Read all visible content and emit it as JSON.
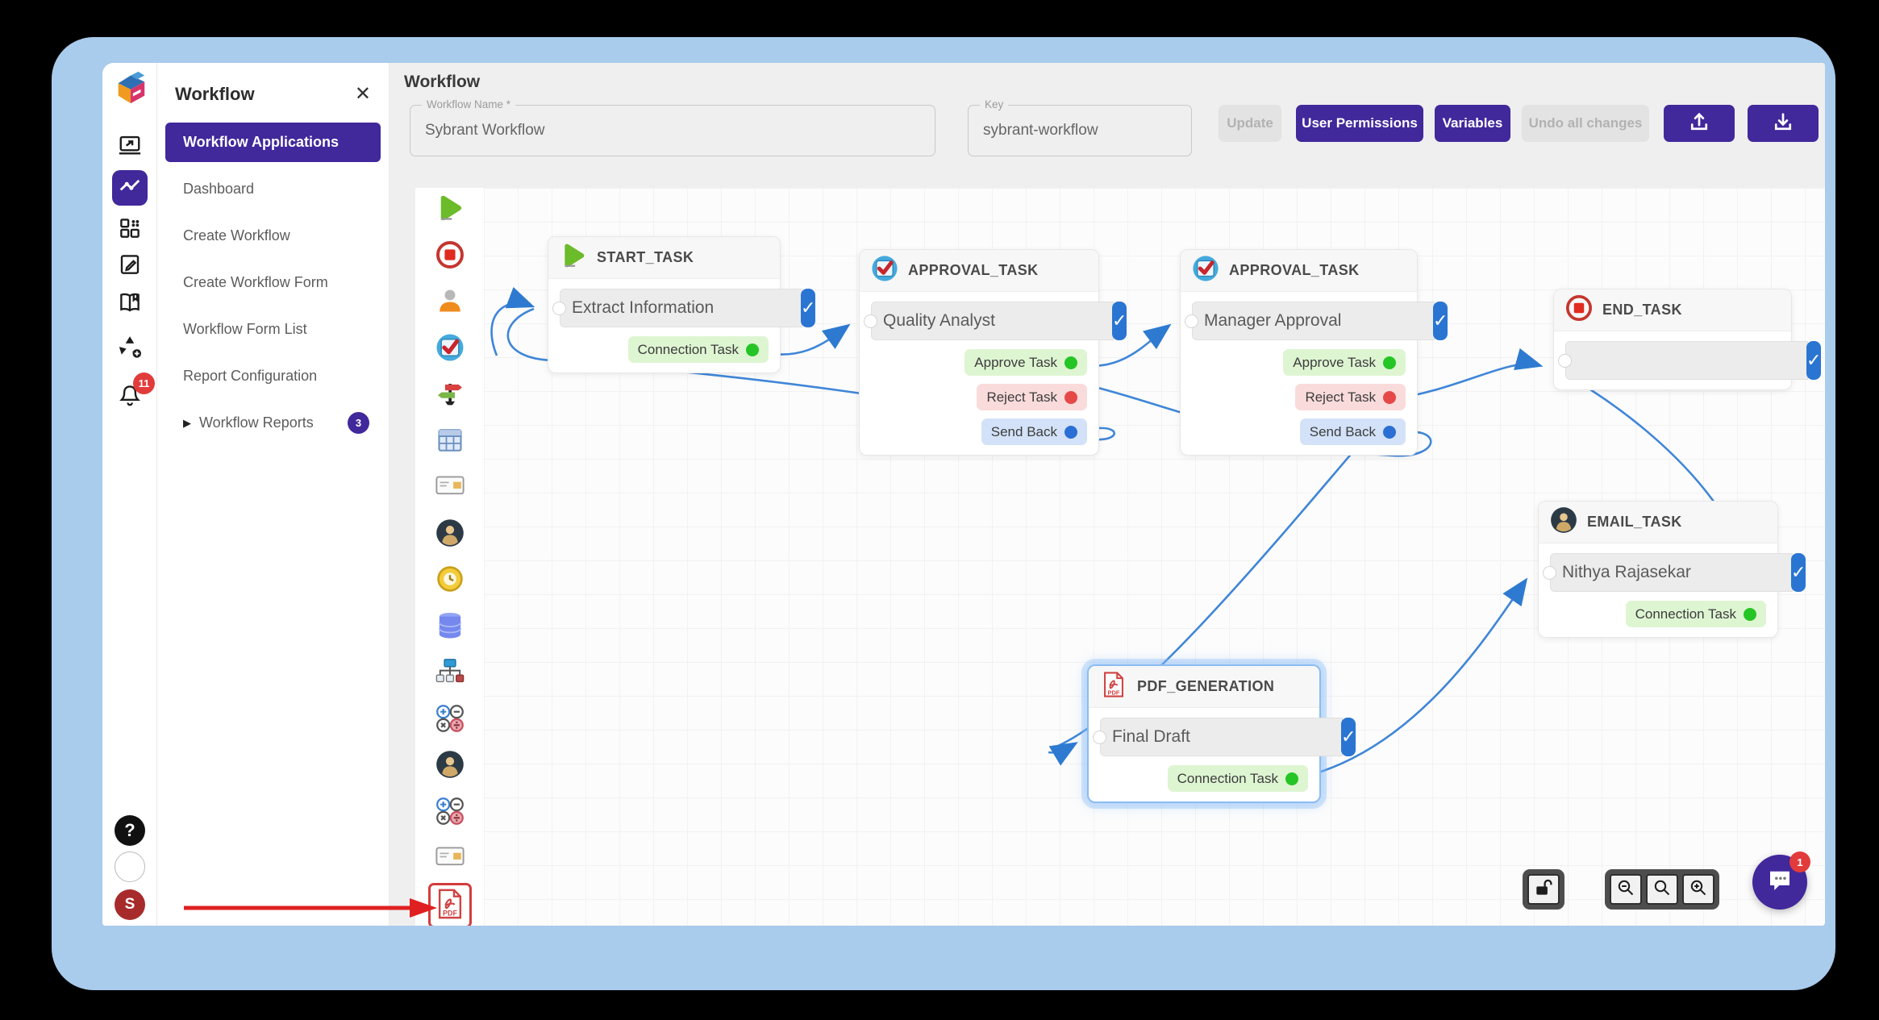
{
  "colors": {
    "accent": "#41289b",
    "check_blue": "#2a75d2",
    "line_blue": "#3f86d8",
    "frame_blue": "#a9cbec",
    "badge_red": "#e23b3b",
    "annotation_red": "#e02020"
  },
  "rail": {
    "items": [
      {
        "icon": "screen-share-icon",
        "selected": false
      },
      {
        "icon": "trending-icon",
        "selected": true
      },
      {
        "icon": "apps-icon",
        "selected": false
      },
      {
        "icon": "clipboard-edit-icon",
        "selected": false
      },
      {
        "icon": "book-icon",
        "selected": false
      },
      {
        "icon": "flow-add-icon",
        "selected": false
      },
      {
        "icon": "bell-icon",
        "selected": false,
        "badge": "11"
      }
    ],
    "bottom": [
      {
        "icon": "help-icon",
        "label": "?"
      },
      {
        "icon": "empty-circle-icon",
        "label": ""
      },
      {
        "icon": "user-initial-icon",
        "label": "S"
      }
    ]
  },
  "sidebar": {
    "title": "Workflow",
    "close": "✕",
    "items": [
      {
        "label": "Workflow Applications",
        "selected": true
      },
      {
        "label": "Dashboard"
      },
      {
        "label": "Create Workflow"
      },
      {
        "label": "Create Workflow Form"
      },
      {
        "label": "Workflow Form List"
      },
      {
        "label": "Report Configuration"
      },
      {
        "label": "Workflow Reports",
        "caret": "▶",
        "badge": "3"
      }
    ]
  },
  "header": {
    "title": "Workflow",
    "fields": [
      {
        "label": "Workflow Name *",
        "value": "Sybrant Workflow"
      },
      {
        "label": "Key",
        "value": "sybrant-workflow"
      }
    ],
    "buttons": [
      {
        "label": "Update",
        "disabled": true
      },
      {
        "label": "User Permissions",
        "disabled": false
      },
      {
        "label": "Variables",
        "disabled": false
      },
      {
        "label": "Undo all changes",
        "disabled": true
      }
    ],
    "icon_buttons": [
      {
        "icon": "upload-icon"
      },
      {
        "icon": "download-icon"
      }
    ]
  },
  "toolbar": {
    "tools": [
      {
        "icon": "play-tool-icon"
      },
      {
        "icon": "stop-tool-icon"
      },
      {
        "icon": "user-task-icon"
      },
      {
        "icon": "approval-task-icon"
      },
      {
        "icon": "signpost-icon"
      },
      {
        "icon": "table-icon"
      },
      {
        "icon": "card-icon"
      },
      {
        "icon": "avatar-task-icon"
      },
      {
        "icon": "timer-icon"
      },
      {
        "icon": "database-icon"
      },
      {
        "icon": "sitemap-icon"
      },
      {
        "icon": "math-ops-icon"
      },
      {
        "icon": "avatar-task-icon"
      },
      {
        "icon": "math-ops-icon"
      },
      {
        "icon": "card-icon"
      },
      {
        "icon": "pdf-tool-icon",
        "highlighted": true
      }
    ]
  },
  "canvas": {
    "nodes": [
      {
        "id": "start",
        "title": "START_TASK",
        "icon": "play-tool-icon",
        "value": "Extract Information",
        "pills": [
          {
            "label": "Connection Task",
            "color": "green"
          }
        ]
      },
      {
        "id": "qa",
        "title": "APPROVAL_TASK",
        "icon": "approval-task-icon",
        "value": "Quality Analyst",
        "pills": [
          {
            "label": "Approve Task",
            "color": "green"
          },
          {
            "label": "Reject Task",
            "color": "red"
          },
          {
            "label": "Send Back",
            "color": "blue"
          }
        ]
      },
      {
        "id": "manager",
        "title": "APPROVAL_TASK",
        "icon": "approval-task-icon",
        "value": "Manager Approval",
        "pills": [
          {
            "label": "Approve Task",
            "color": "green"
          },
          {
            "label": "Reject Task",
            "color": "red"
          },
          {
            "label": "Send Back",
            "color": "blue"
          }
        ]
      },
      {
        "id": "end",
        "title": "END_TASK",
        "icon": "stop-tool-icon",
        "value": "",
        "pills": []
      },
      {
        "id": "email",
        "title": "EMAIL_TASK",
        "icon": "avatar-task-icon",
        "value": "Nithya Rajasekar",
        "pills": [
          {
            "label": "Connection Task",
            "color": "green"
          }
        ]
      },
      {
        "id": "pdf",
        "title": "PDF_GENERATION",
        "icon": "pdf-tool-icon",
        "value": "Final Draft",
        "pills": [
          {
            "label": "Connection Task",
            "color": "green"
          }
        ],
        "selected": true
      }
    ]
  },
  "pill_colors": {
    "green": {
      "bg": "#def5d2",
      "dot": "#25c525"
    },
    "red": {
      "bg": "#fadbdb",
      "dot": "#e64848"
    },
    "blue": {
      "bg": "#d3e2f8",
      "dot": "#2b6fd4"
    }
  },
  "controls": {
    "lock": {
      "icon": "lock-icon"
    },
    "zoom": [
      {
        "icon": "zoom-out-icon"
      },
      {
        "icon": "zoom-reset-icon"
      },
      {
        "icon": "zoom-in-icon"
      }
    ]
  },
  "chat": {
    "icon": "chat-icon",
    "badge": "1"
  }
}
